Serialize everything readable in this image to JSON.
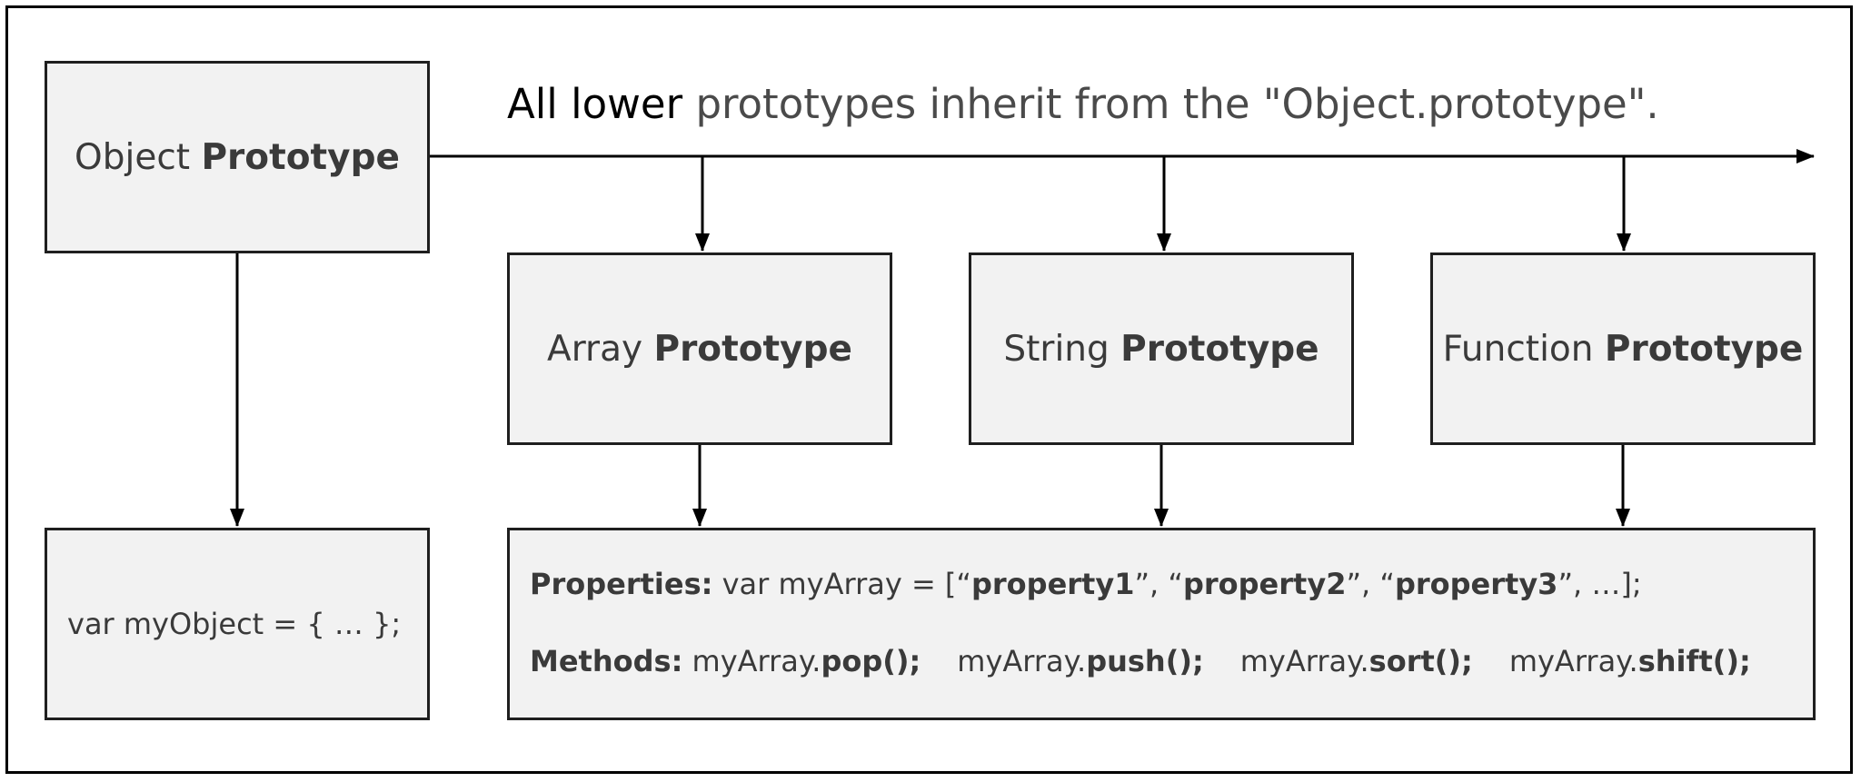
{
  "header": {
    "lead": "All lower",
    "rest": "prototypes inherit from the \"Object.prototype\"."
  },
  "boxes": {
    "object": {
      "plain": "Object",
      "bold": "Prototype"
    },
    "array": {
      "plain": "Array",
      "bold": "Prototype"
    },
    "string": {
      "plain": "String",
      "bold": "Prototype"
    },
    "function": {
      "plain": "Function",
      "bold": "Prototype"
    }
  },
  "object_instance": {
    "code": "var myObject = { … };"
  },
  "details": {
    "properties": {
      "label": "Properties:",
      "prefix": "var myArray = [“",
      "p1": "property1",
      "sep1": "”, “",
      "p2": "property2",
      "sep2": "”, “",
      "p3": "property3",
      "suffix": "”, …];"
    },
    "methods": {
      "label": "Methods:",
      "items": [
        {
          "obj": "myArray.",
          "method": "pop();"
        },
        {
          "obj": "myArray.",
          "method": "push();"
        },
        {
          "obj": "myArray.",
          "method": "sort();"
        },
        {
          "obj": "myArray.",
          "method": "shift();"
        }
      ]
    }
  }
}
